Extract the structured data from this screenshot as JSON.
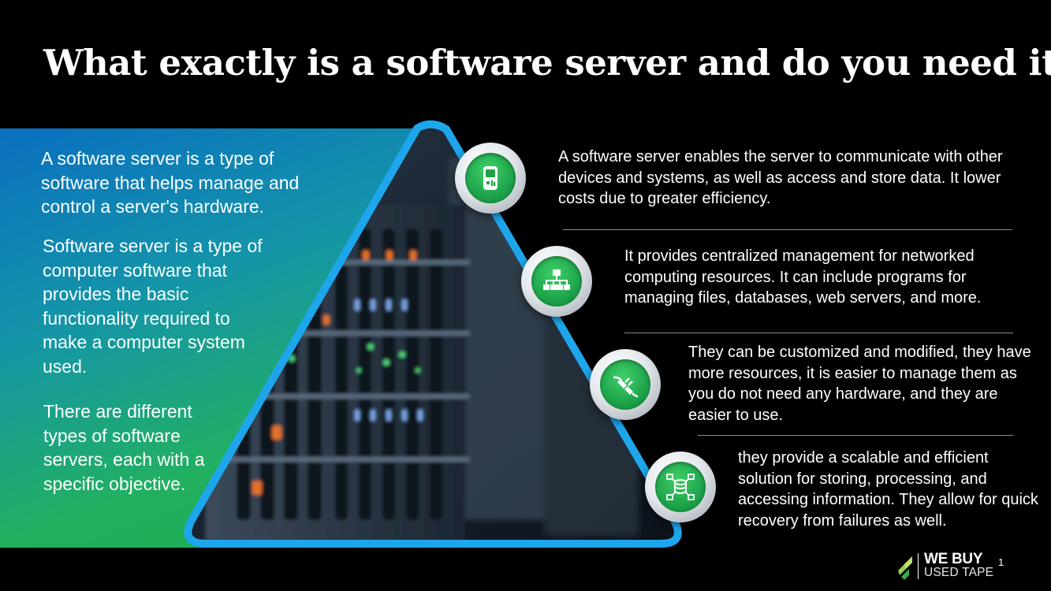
{
  "title": "What exactly is a software server and do you need it?",
  "left_column": {
    "definition": "A software server is a type of software that helps manage and control a server's hardware.",
    "detail": "Software server is a type of computer software that provides the basic functionality required to make a computer system used.",
    "types": "There are different types of software servers, each with a specific objective."
  },
  "features": [
    {
      "icon": "document-device-icon",
      "text": "A software server enables the server to communicate with other devices and systems, as well as access and store data. It lower costs due to greater efficiency."
    },
    {
      "icon": "hierarchy-network-icon",
      "text": "It provides centralized management for networked computing resources. It can include programs for managing files, databases, web servers, and more."
    },
    {
      "icon": "plug-connection-icon",
      "text": "They can be customized and modified, they have more resources, it is easier to manage them as you do not need any hardware, and they are easier to use."
    },
    {
      "icon": "database-network-icon",
      "text": "they provide a scalable and efficient solution for storing, processing, and accessing information. They allow for quick recovery from failures as well."
    }
  ],
  "logo": {
    "line1": "WE BUY",
    "line2": "USED TAPE"
  },
  "page_number": "1",
  "colors": {
    "background": "#000000",
    "gradient_start": "#0a6fc0",
    "gradient_end": "#17a84c",
    "frame_blue": "#1ea6ec",
    "icon_green": "#1ea34a"
  }
}
